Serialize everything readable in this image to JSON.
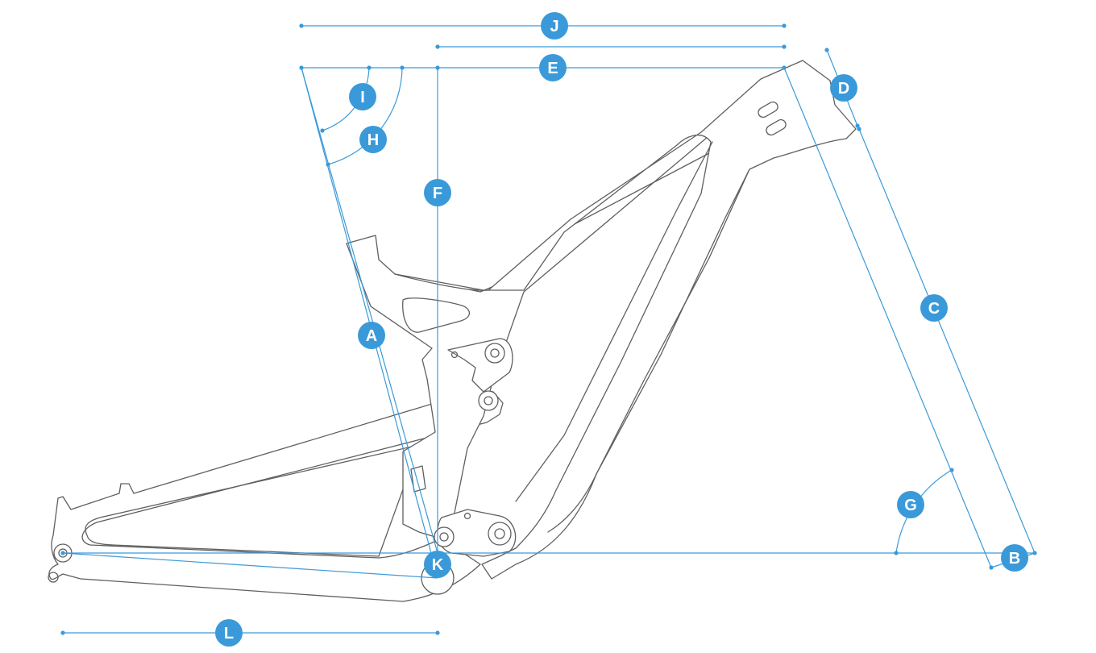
{
  "diagram": {
    "measure_labels": {
      "A": "A",
      "B": "B",
      "C": "C",
      "D": "D",
      "E": "E",
      "F": "F",
      "G": "G",
      "H": "H",
      "I": "I",
      "J": "J",
      "K": "K",
      "L": "L"
    }
  },
  "colors": {
    "accent": "#3a9ad9",
    "frame_outline": "#5f5f5f",
    "background": "#ffffff",
    "badge_text": "#ffffff"
  }
}
